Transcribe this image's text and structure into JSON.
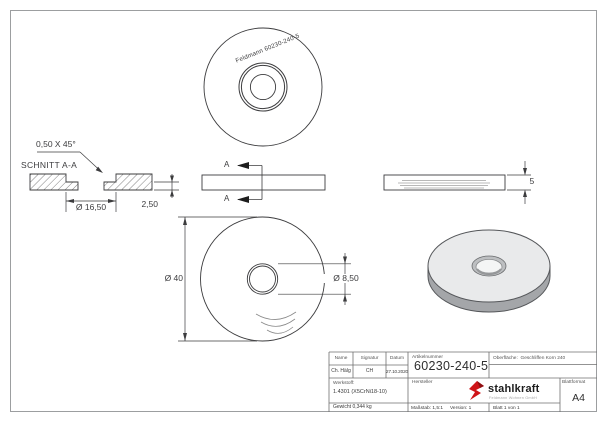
{
  "views": {
    "section": {
      "label": "SCHNITT A-A",
      "chamfer_note": "0,50 X 45°",
      "dim_recess": "Ø 16,50",
      "dim_depth": "2,50"
    },
    "top_view": {
      "engraving": "Feldmann 60230-240-5"
    },
    "cut_view": {
      "label_top": "A",
      "label_bottom": "A"
    },
    "thickness_view": {
      "dim_thickness": "5"
    },
    "front_view": {
      "dim_outer": "Ø 40",
      "dim_hole": "Ø 8,50"
    }
  },
  "title_block": {
    "headers": {
      "name": "Name",
      "signatur": "Signatur",
      "datum": "Datum",
      "artikelnummer": "Artikelnummer",
      "oberflaeche": "Oberfläche:",
      "werkstoff": "Werkstoff:",
      "hersteller": "Hersteller",
      "blattformat": "Blattformat"
    },
    "values": {
      "name": "Ch. Hälg",
      "signatur": "CH",
      "datum": "27.10.2020",
      "artikelnummer": "60230-240-5",
      "oberflaeche": "Geschliffen Korn 240",
      "werkstoff": "1.4301 (X5CrNi18-10)",
      "gewicht": "Gewicht 0,344 kg",
      "massstab": "Maßstab: 1,5:1",
      "version": "Version: 1",
      "blatt": "Blatt 1 von 1",
      "blattformat": "A4"
    },
    "logo": {
      "brand": "stahlkraft",
      "tagline": "Feldmann Wohnen GmbH"
    },
    "colors": {
      "logo_red": "#cf1418",
      "logo_dark_red": "#8f0f12"
    }
  }
}
